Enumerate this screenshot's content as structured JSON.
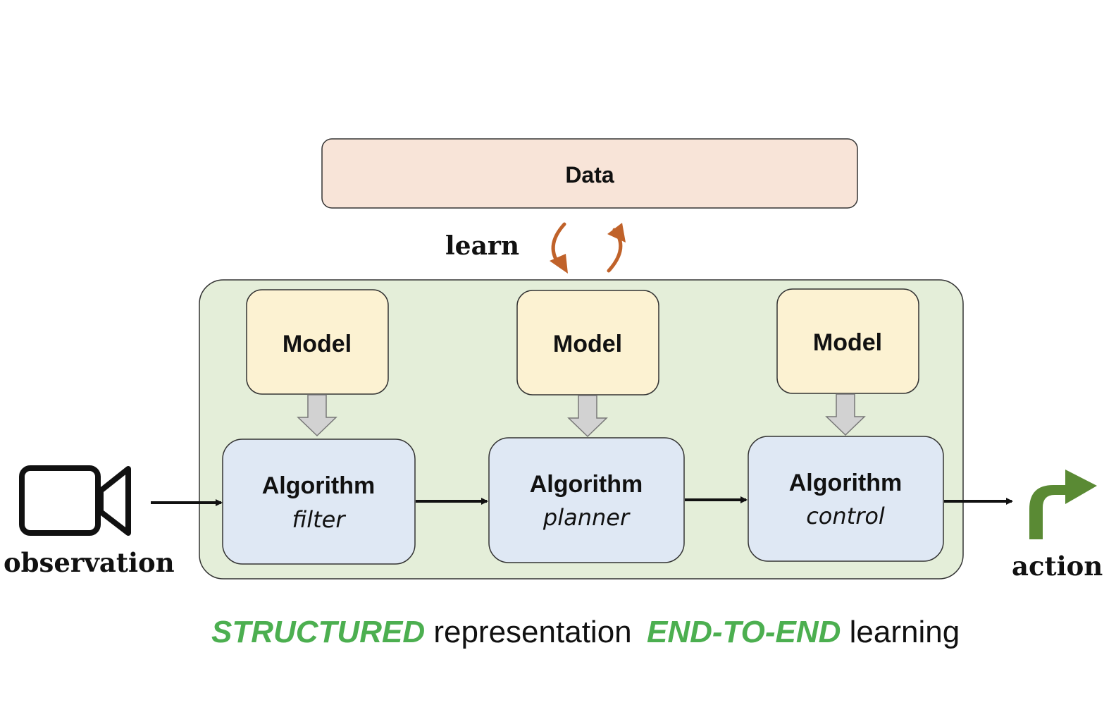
{
  "data_box": {
    "label": "Data",
    "fill": "#f8e4d8"
  },
  "learn": {
    "label": "learn",
    "arrow_color": "#c0622a"
  },
  "pipeline": {
    "container_fill": "#e4eed9",
    "model_fill": "#fcf2d2",
    "algorithm_fill": "#dfe8f4",
    "connector_fill": "#d2d2d2",
    "stages": [
      {
        "model": "Model",
        "algorithm": "Algorithm",
        "role": "filter"
      },
      {
        "model": "Model",
        "algorithm": "Algorithm",
        "role": "planner"
      },
      {
        "model": "Model",
        "algorithm": "Algorithm",
        "role": "control"
      }
    ]
  },
  "observation": {
    "label": "observation",
    "icon": "video-camera-icon"
  },
  "action": {
    "label": "action",
    "icon": "turn-right-arrow-icon",
    "color": "#5a8a34"
  },
  "caption": {
    "part1_strong": "STRUCTURED",
    "part1_rest": " representation",
    "part2_strong": "END-TO-END",
    "part2_rest": " learning",
    "accent_color": "#4caf50"
  }
}
